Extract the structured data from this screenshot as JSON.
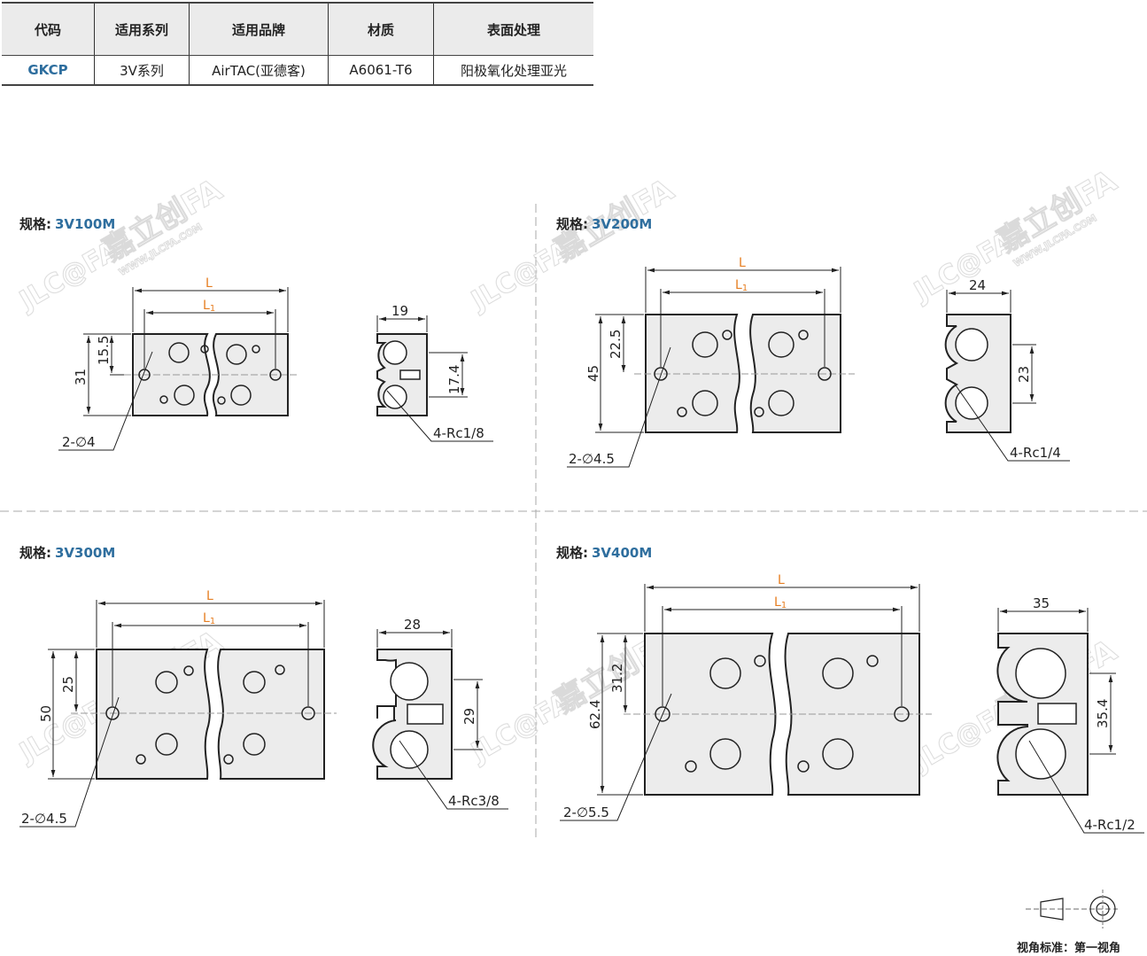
{
  "table": {
    "headers": [
      "代码",
      "适用系列",
      "适用品牌",
      "材质",
      "表面处理"
    ],
    "row": [
      "GKCP",
      "3V系列",
      "AirTAC(亚德客)",
      "A6061-T6",
      "阳极氧化处理亚光"
    ]
  },
  "spec_prefix": "规格:",
  "panels": {
    "p1": {
      "model": "3V100M",
      "L": "L",
      "L1": "L1",
      "height": "31",
      "half_height": "15.5",
      "width": "19",
      "port_pitch": "17.4",
      "hole_note": "2-∅4",
      "port_note": "4-Rc1/8"
    },
    "p2": {
      "model": "3V200M",
      "L": "L",
      "L1": "L1",
      "height": "45",
      "half_height": "22.5",
      "width": "24",
      "port_pitch": "23",
      "hole_note": "2-∅4.5",
      "port_note": "4-Rc1/4"
    },
    "p3": {
      "model": "3V300M",
      "L": "L",
      "L1": "L1",
      "height": "50",
      "half_height": "25",
      "width": "28",
      "port_pitch": "29",
      "hole_note": "2-∅4.5",
      "port_note": "4-Rc3/8"
    },
    "p4": {
      "model": "3V400M",
      "L": "L",
      "L1": "L1",
      "height": "62.4",
      "half_height": "31.2",
      "width": "35",
      "port_pitch": "35.4",
      "hole_note": "2-∅5.5",
      "port_note": "4-Rc1/2"
    }
  },
  "watermark": {
    "logo": "JLC@FA",
    "brand": "嘉立创FA",
    "url": "WWW.JLCFA.COM"
  },
  "projection": {
    "label": "视角标准：第一视角"
  },
  "colors": {
    "accent": "#2e6e9e",
    "orange": "#e67e22",
    "fill": "#ececec"
  }
}
